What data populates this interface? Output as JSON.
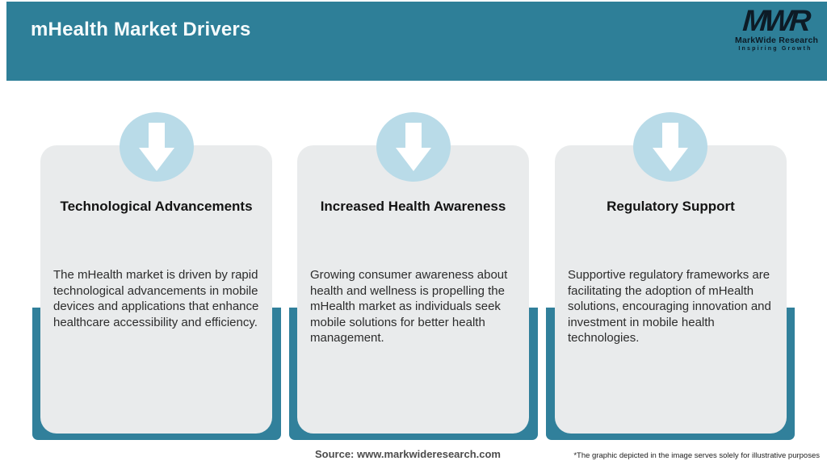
{
  "header": {
    "title": "mHealth Market Drivers",
    "logo": {
      "acronym": "MWR",
      "company": "MarkWide Research",
      "tagline": "Inspiring Growth"
    }
  },
  "cards": [
    {
      "title": "Technological Advancements",
      "body": "The mHealth market is driven by rapid technological advancements in mobile devices and applications that enhance healthcare accessibility and efficiency."
    },
    {
      "title": "Increased Health Awareness",
      "body": "Growing consumer awareness about health and wellness is propelling the mHealth market as individuals seek mobile solutions for better health management."
    },
    {
      "title": "Regulatory Support",
      "body": "Supportive regulatory frameworks are facilitating the adoption of mHealth solutions, encouraging innovation and investment in mobile health technologies."
    }
  ],
  "footer": {
    "source": "Source: www.markwideresearch.com",
    "disclaimer": "*The graphic depicted in the image serves solely for illustrative purposes"
  },
  "icons": {
    "down_arrow": "arrow pointing down inside light-blue circle"
  },
  "colors": {
    "header_teal": "#2e7f98",
    "shadow_teal": "#31809b",
    "circle_blue": "#b9dbe8",
    "card_gray": "#e9ebec",
    "title_text": "#141414",
    "header_text": "#f5fbfc"
  }
}
